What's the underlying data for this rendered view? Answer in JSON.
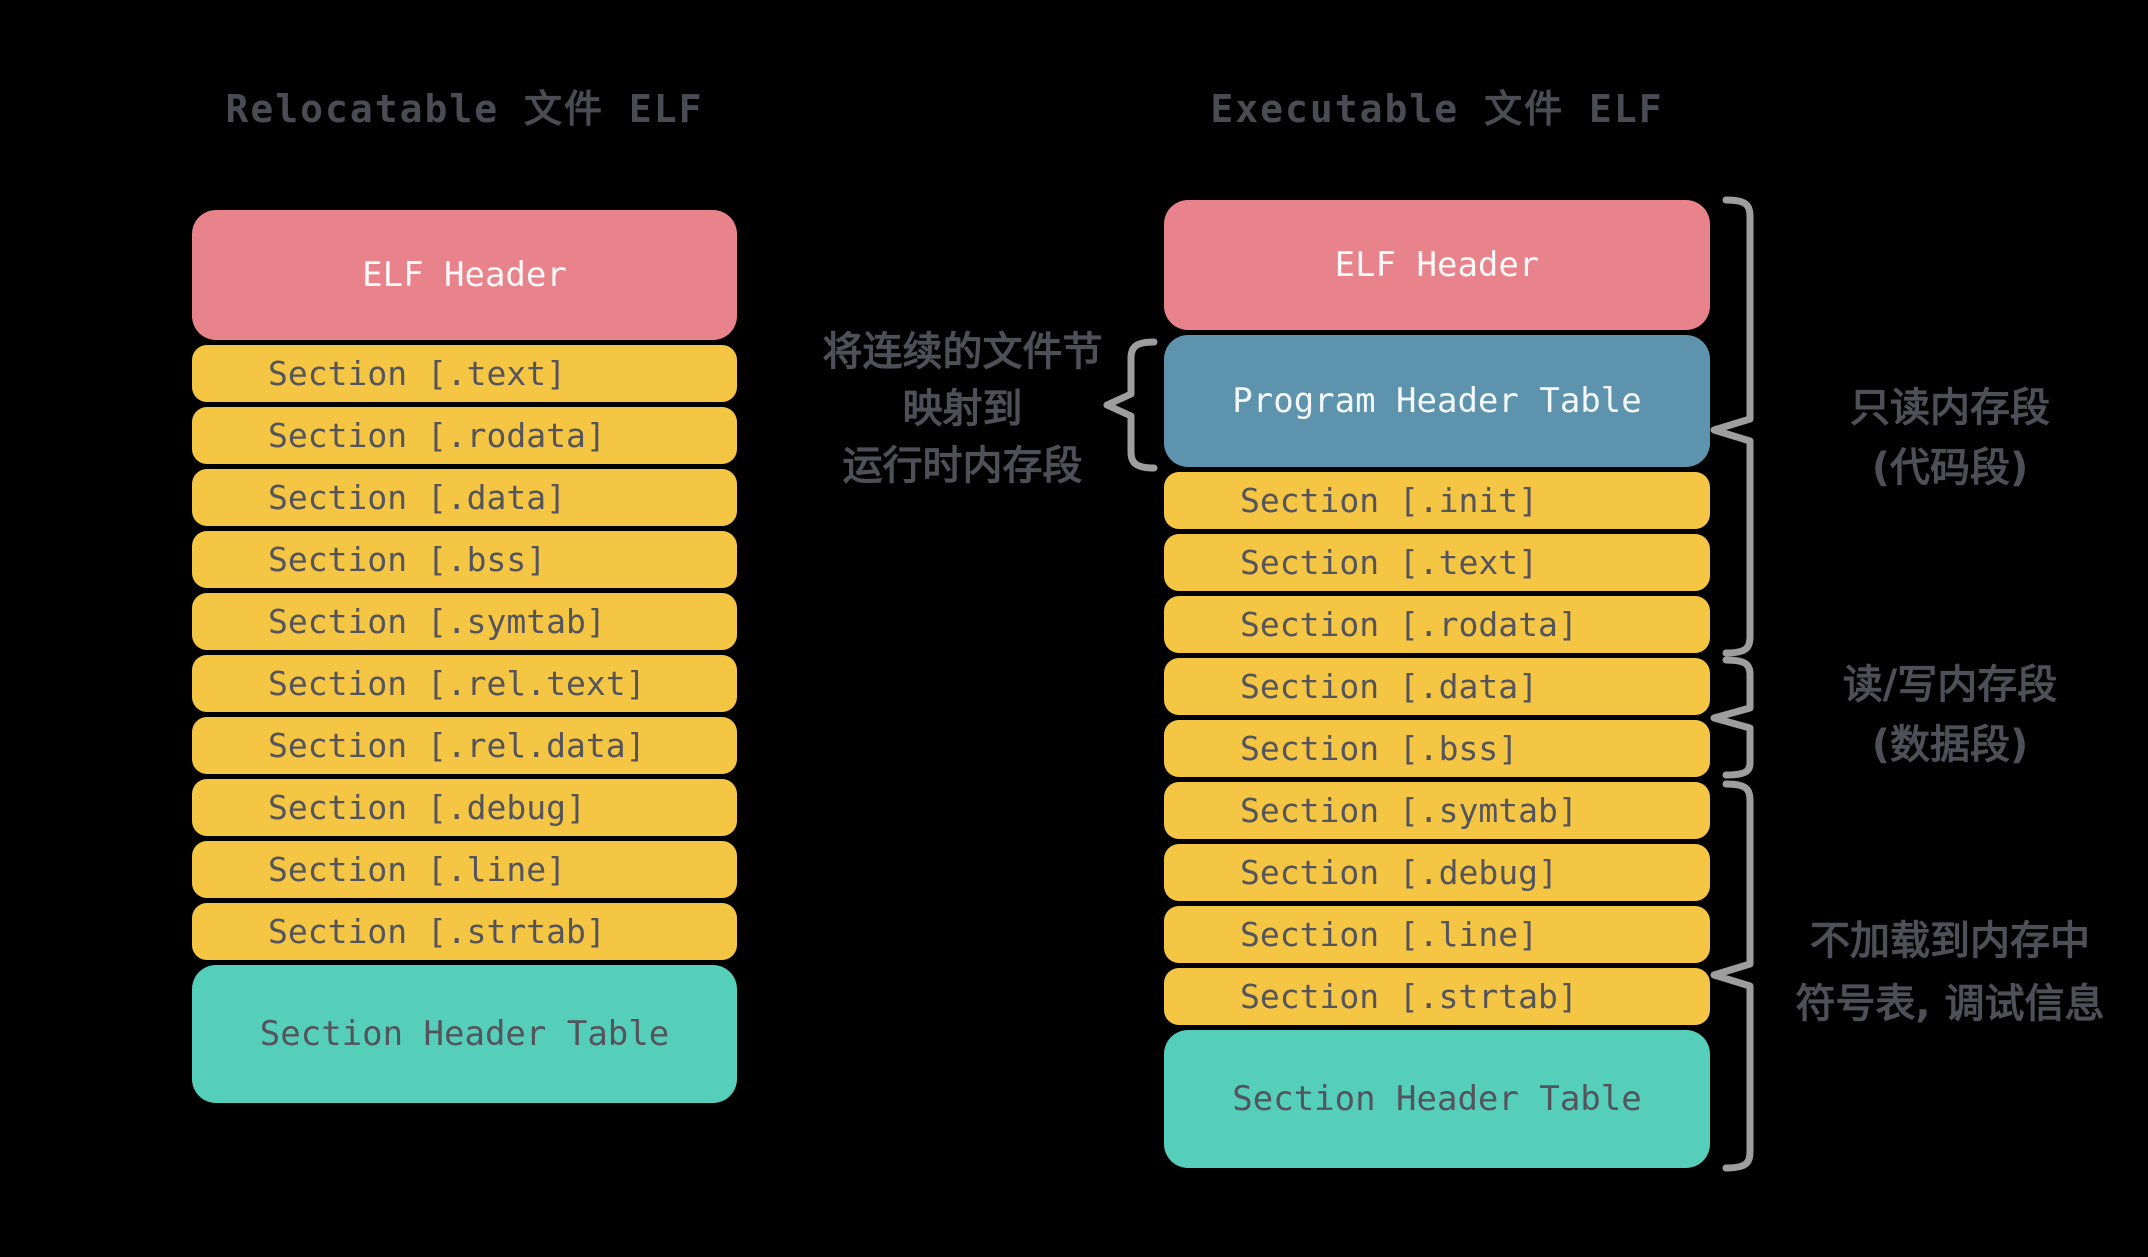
{
  "diagram": {
    "left_column": {
      "title": "Relocatable 文件 ELF",
      "blocks": [
        {
          "label": "ELF Header",
          "kind": "header"
        },
        {
          "label": "Section [.text]",
          "kind": "section"
        },
        {
          "label": "Section [.rodata]",
          "kind": "section"
        },
        {
          "label": "Section [.data]",
          "kind": "section"
        },
        {
          "label": "Section [.bss]",
          "kind": "section"
        },
        {
          "label": "Section [.symtab]",
          "kind": "section"
        },
        {
          "label": "Section [.rel.text]",
          "kind": "section"
        },
        {
          "label": "Section [.rel.data]",
          "kind": "section"
        },
        {
          "label": "Section [.debug]",
          "kind": "section"
        },
        {
          "label": "Section [.line]",
          "kind": "section"
        },
        {
          "label": "Section [.strtab]",
          "kind": "section"
        },
        {
          "label": "Section Header Table",
          "kind": "shtable"
        }
      ]
    },
    "right_column": {
      "title": "Executable 文件 ELF",
      "blocks": [
        {
          "label": "ELF Header",
          "kind": "header"
        },
        {
          "label": "Program Header Table",
          "kind": "pht"
        },
        {
          "label": "Section [.init]",
          "kind": "section"
        },
        {
          "label": "Section [.text]",
          "kind": "section"
        },
        {
          "label": "Section [.rodata]",
          "kind": "section"
        },
        {
          "label": "Section [.data]",
          "kind": "section"
        },
        {
          "label": "Section [.bss]",
          "kind": "section"
        },
        {
          "label": "Section [.symtab]",
          "kind": "section"
        },
        {
          "label": "Section [.debug]",
          "kind": "section"
        },
        {
          "label": "Section [.line]",
          "kind": "section"
        },
        {
          "label": "Section [.strtab]",
          "kind": "section"
        },
        {
          "label": "Section Header Table",
          "kind": "shtable"
        }
      ]
    },
    "middle_note": {
      "target": "Program Header Table",
      "lines": [
        "将连续的文件节",
        "映射到",
        "运行时内存段"
      ]
    },
    "right_notes": [
      {
        "target": "ELF Header ~ Section [.rodata]",
        "lines": [
          "只读内存段",
          "(代码段)"
        ]
      },
      {
        "target": "Section [.data] ~ Section [.bss]",
        "lines": [
          "读/写内存段",
          "(数据段)"
        ]
      },
      {
        "target": "Section [.symtab] ~ Section Header Table",
        "lines": [
          "不加载到内存中",
          "符号表, 调试信息"
        ]
      }
    ],
    "colors": {
      "background": "#000000",
      "elf_header": "#e8838c",
      "program_header_table": "#5d93ac",
      "section": "#f5c544",
      "section_header_table": "#55cfba",
      "title_text": "#4b4b54",
      "note_text": "#4f4f58",
      "brace": "#9e9e9e"
    }
  }
}
